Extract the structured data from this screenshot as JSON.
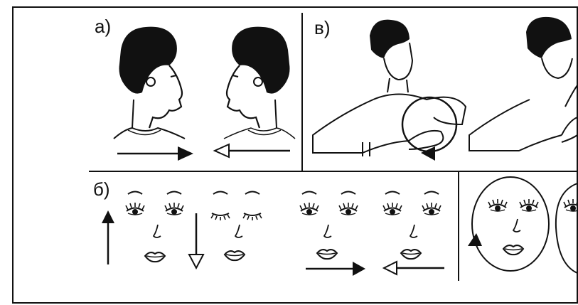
{
  "panels": {
    "a": {
      "label": "а)"
    },
    "v": {
      "label": "в)"
    },
    "b": {
      "label": "б)"
    }
  }
}
